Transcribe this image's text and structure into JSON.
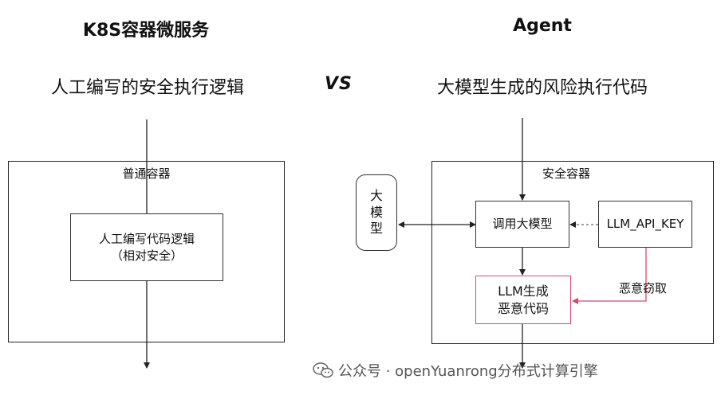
{
  "left": {
    "heading": "K8S容器微服务",
    "subtitle": "人工编写的安全执行逻辑",
    "container_label": "普通容器",
    "logic_line1": "人工编写代码逻辑",
    "logic_line2": "（相对安全）"
  },
  "vs": "VS",
  "right": {
    "heading": "Agent",
    "subtitle": "大模型生成的风险执行代码",
    "container_label": "安全容器",
    "llm_box": "大\n模\n型",
    "call_box": "调用大模型",
    "api_key_box": "LLM_API_KEY",
    "gen_line1": "LLM生成",
    "gen_line2": "恶意代码",
    "steal_label": "恶意窃取"
  },
  "colors": {
    "red_accent": "#d9496c",
    "line": "#333333"
  },
  "watermark": {
    "icon": "wechat-icon",
    "text": "公众号 · openYuanrong分布式计算引擎"
  }
}
